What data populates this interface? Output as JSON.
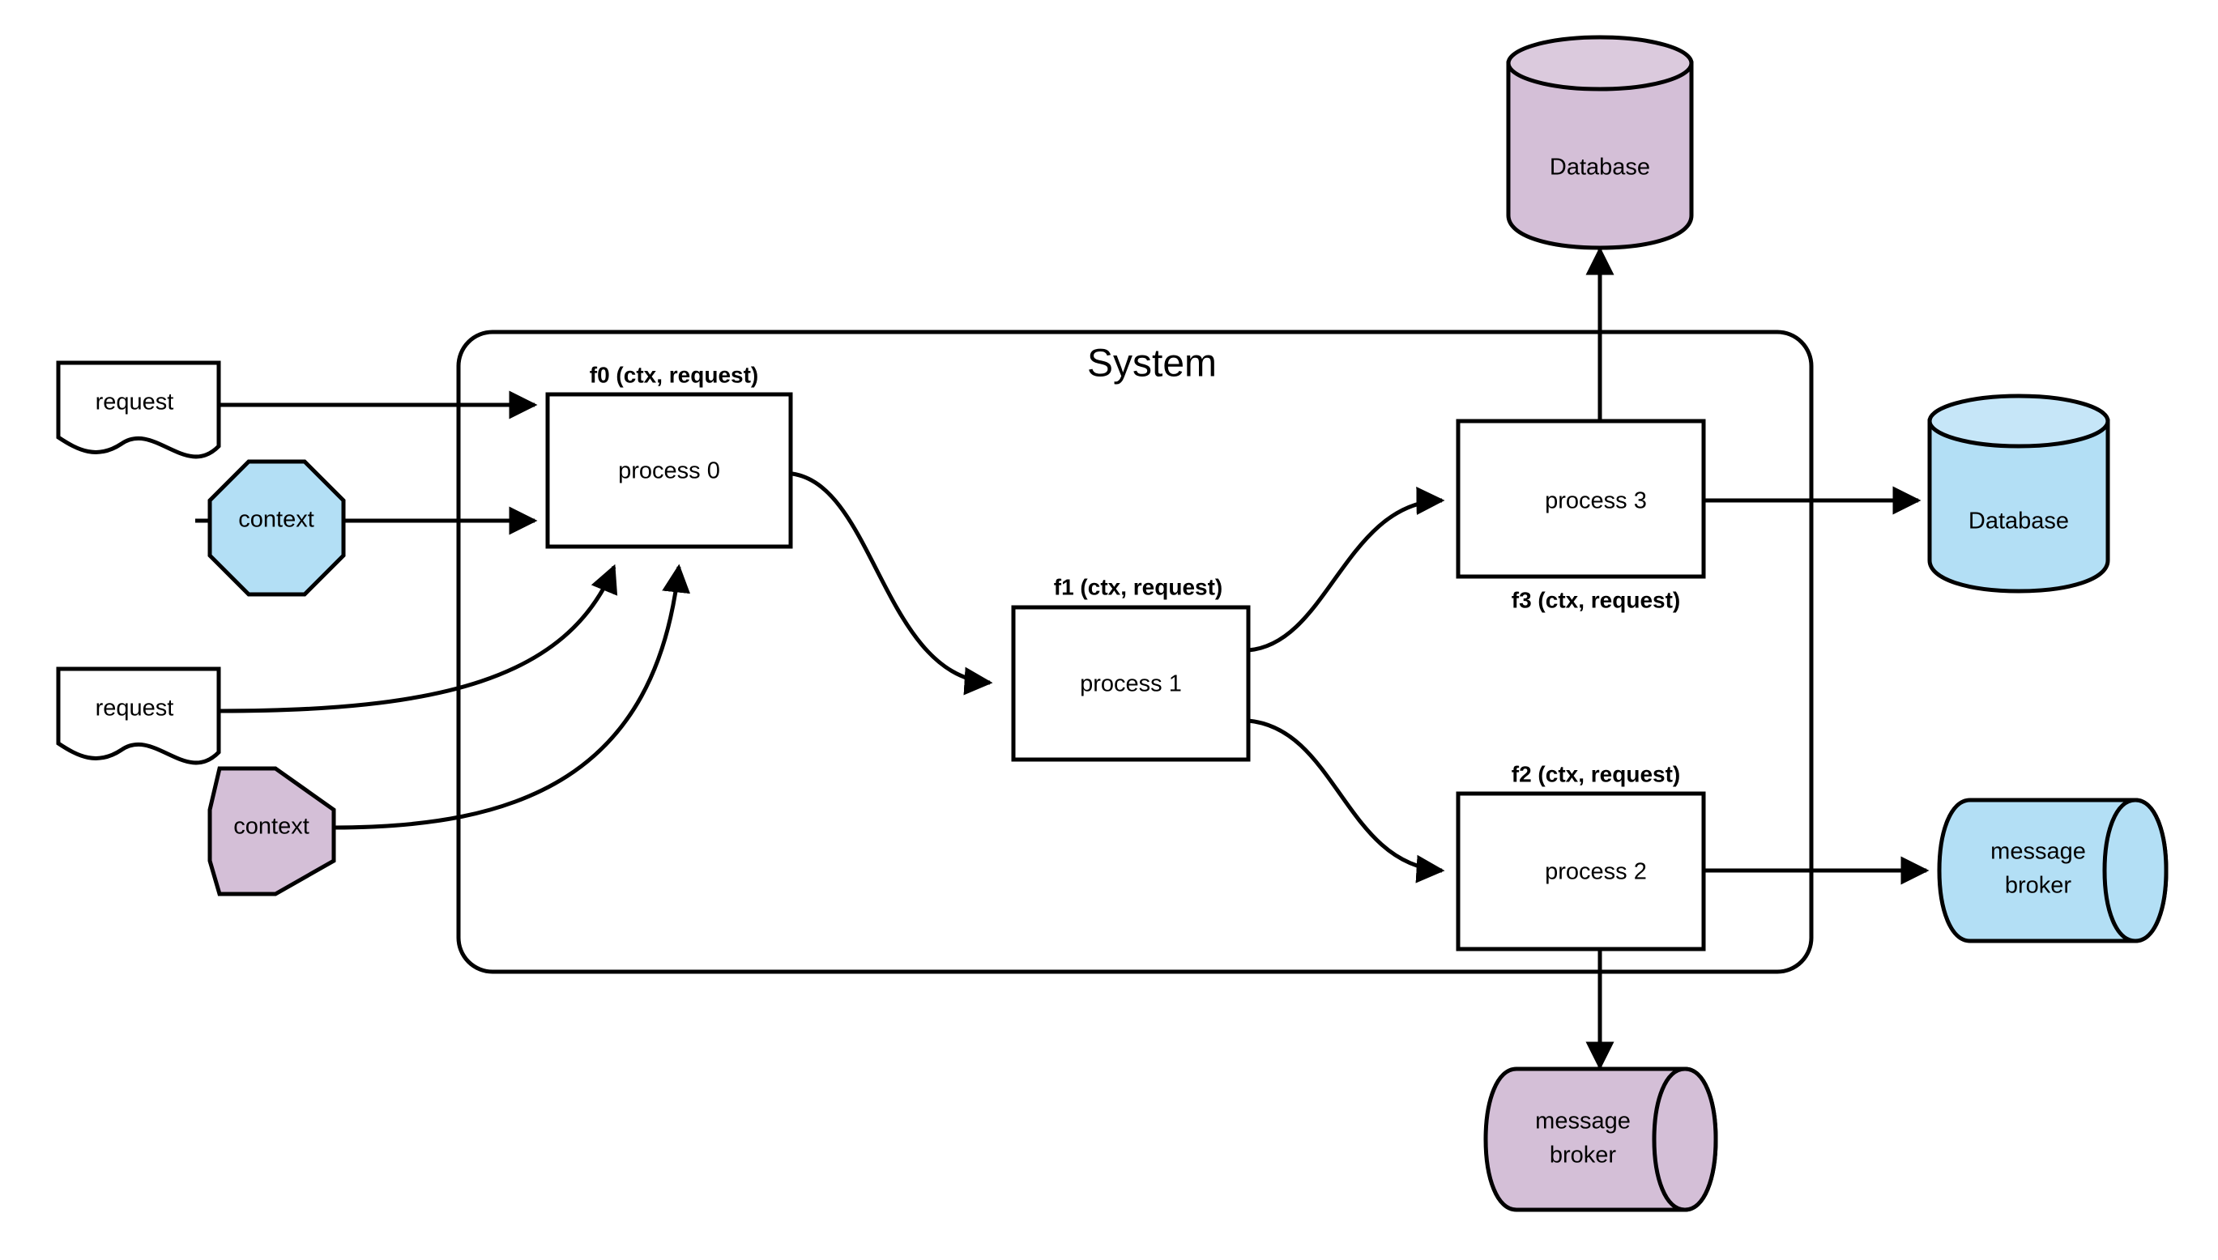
{
  "diagram": {
    "title": "System",
    "container": {
      "label": "System"
    },
    "external_inputs": [
      {
        "id": "request-top",
        "type": "document",
        "label": "request",
        "color": "#ffffff"
      },
      {
        "id": "context-top",
        "type": "octagon",
        "label": "context",
        "color": "#b3dff5"
      },
      {
        "id": "request-bottom",
        "type": "document",
        "label": "request",
        "color": "#ffffff"
      },
      {
        "id": "context-bottom",
        "type": "octagon",
        "label": "context",
        "color": "#d4bfd7"
      }
    ],
    "processes": [
      {
        "id": "process-0",
        "label": "process 0",
        "function": "f0 (ctx, request)",
        "fn_position": "above"
      },
      {
        "id": "process-1",
        "label": "process 1",
        "function": "f1 (ctx, request)",
        "fn_position": "above"
      },
      {
        "id": "process-3",
        "label": "process 3",
        "function": "f3 (ctx, request)",
        "fn_position": "below"
      },
      {
        "id": "process-2",
        "label": "process 2",
        "function": "f2 (ctx, request)",
        "fn_position": "above"
      }
    ],
    "stores": [
      {
        "id": "database-top",
        "type": "cylinder-vertical",
        "label": "Database",
        "color": "#d4bfd7"
      },
      {
        "id": "database-right",
        "type": "cylinder-vertical",
        "label": "Database",
        "color": "#b3dff5"
      },
      {
        "id": "broker-right",
        "type": "cylinder-horizontal",
        "label": "message broker",
        "line1": "message",
        "line2": "broker",
        "color": "#b3dff5"
      },
      {
        "id": "broker-bottom",
        "type": "cylinder-horizontal",
        "label": "message broker",
        "line1": "message",
        "line2": "broker",
        "color": "#d4bfd7"
      }
    ],
    "edges": [
      {
        "from": "request-top",
        "to": "process-0",
        "style": "straight"
      },
      {
        "from": "context-top",
        "to": "process-0",
        "style": "straight"
      },
      {
        "from": "request-bottom",
        "to": "process-0",
        "style": "curved"
      },
      {
        "from": "context-bottom",
        "to": "process-0",
        "style": "curved"
      },
      {
        "from": "process-0",
        "to": "process-1",
        "style": "curved"
      },
      {
        "from": "process-1",
        "to": "process-3",
        "style": "curved"
      },
      {
        "from": "process-1",
        "to": "process-2",
        "style": "curved"
      },
      {
        "from": "process-3",
        "to": "database-top",
        "style": "straight"
      },
      {
        "from": "process-3",
        "to": "database-right",
        "style": "straight"
      },
      {
        "from": "process-2",
        "to": "broker-right",
        "style": "straight"
      },
      {
        "from": "process-2",
        "to": "broker-bottom",
        "style": "straight"
      }
    ],
    "colors": {
      "stroke": "#000000",
      "blue_fill": "#b3dff5",
      "purple_fill": "#d4bfd7",
      "white_fill": "#ffffff",
      "background": "#ffffff"
    }
  }
}
